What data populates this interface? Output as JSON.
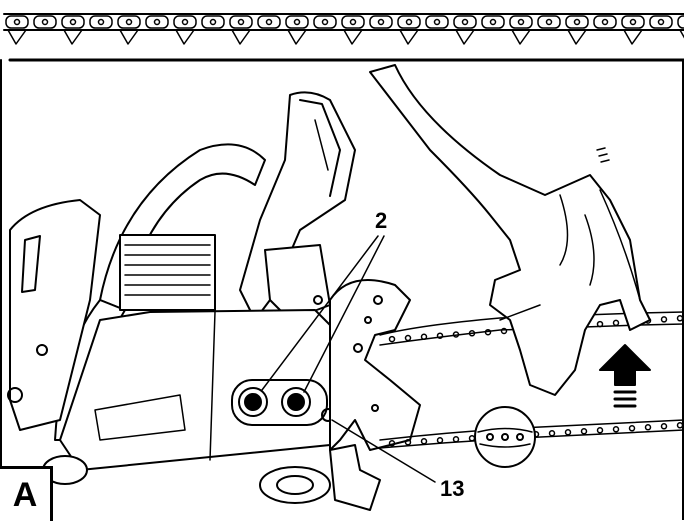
{
  "figure": {
    "panel_label": "A",
    "callouts": {
      "adjustment_nuts": "2",
      "tension_screw": "13"
    }
  },
  "icons": [
    "chain-strip-icon",
    "chainsaw-icon",
    "gloved-hand-icon",
    "lift-arrow-icon",
    "chain-detail-magnifier-icon"
  ]
}
